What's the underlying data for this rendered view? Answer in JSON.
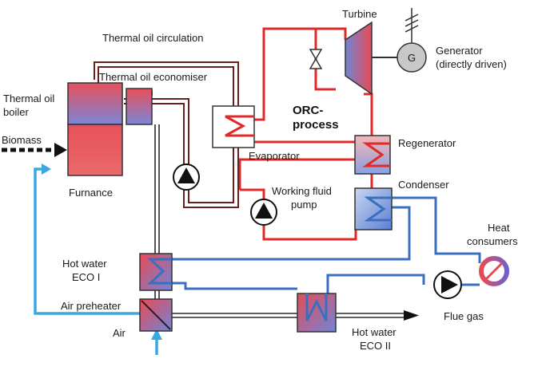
{
  "labels": {
    "thermal_oil_circulation": "Thermal oil circulation",
    "thermal_oil_economiser": "Thermal oil economiser",
    "thermal_oil_boiler_line1": "Thermal oil",
    "thermal_oil_boiler_line2": "boiler",
    "biomass": "Biomass",
    "furnance": "Furnance",
    "turbine": "Turbine",
    "generator_line1": "Generator",
    "generator_line2": "(directly driven)",
    "generator_symbol": "G",
    "orc_line1": "ORC-",
    "orc_line2": "process",
    "evaporator": "Evaporator",
    "regenerator": "Regenerator",
    "condenser": "Condenser",
    "working_fluid_pump_line1": "Working fluid",
    "working_fluid_pump_line2": "pump",
    "heat_consumers_line1": "Heat",
    "heat_consumers_line2": "consumers",
    "hot_water_eco1_line1": "Hot water",
    "hot_water_eco1_line2": "ECO I",
    "air_preheater": "Air preheater",
    "air": "Air",
    "hot_water_eco2_line1": "Hot water",
    "hot_water_eco2_line2": "ECO II",
    "flue_gas": "Flue gas"
  },
  "colors": {
    "orc_loop": "#e02a2a",
    "thermal_oil": "#6a1f1f",
    "water": "#3a6fc0",
    "air": "#39a8e0",
    "flue_gas": "#2a2a2a",
    "equipment_hot": "#e84a55",
    "equipment_cold": "#6f86d6"
  }
}
